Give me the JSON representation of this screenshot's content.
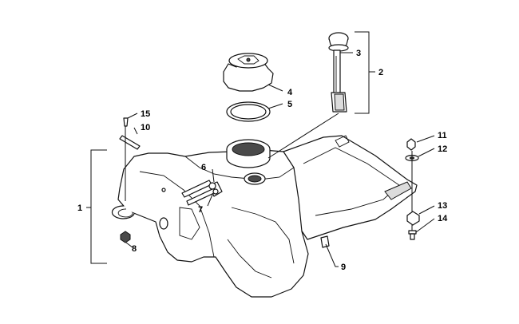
{
  "callouts": {
    "c1": "1",
    "c2": "2",
    "c3": "3",
    "c4": "4",
    "c5": "5",
    "c6": "6",
    "c7": "7",
    "c8": "8",
    "c9": "9",
    "c10": "10",
    "c11": "11",
    "c12": "12",
    "c13": "13",
    "c14": "14",
    "c15": "15"
  },
  "colors": {
    "line": "#111111",
    "shade": "#dcdcdc",
    "background": "#ffffff"
  }
}
